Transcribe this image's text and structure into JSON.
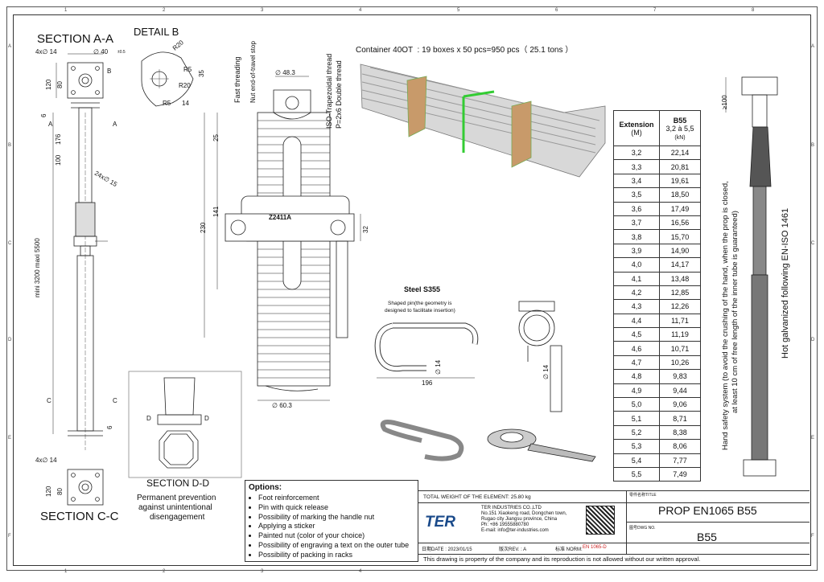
{
  "grid": {
    "columns": [
      "1",
      "2",
      "3",
      "4",
      "5",
      "6",
      "7",
      "8"
    ],
    "rows": [
      "A",
      "B",
      "C",
      "D",
      "E",
      "F"
    ]
  },
  "section_aa": {
    "title": "SECTION A-A",
    "dim_holes": "4x∅ 14",
    "dim_tube": "∅ 40",
    "dim_tube_tol": "±0.5",
    "dim_120": "120",
    "dim_80": "80",
    "marker_b": "B"
  },
  "detail_b": {
    "title": "DETAIL B",
    "r20a": "R20",
    "r5a": "R5",
    "r20b": "R20",
    "r5b": "R5",
    "dim_35": "35",
    "dim_14": "14"
  },
  "prop_left": {
    "dim_6": "6",
    "dim_176": "176",
    "dim_100": "100",
    "label_a": "A",
    "label_a2": "A",
    "dim_slot": "24x∅ 15",
    "height_range": "mini 3200 maxi 5500",
    "label_c": "C",
    "label_c2": "C",
    "dim_6b": "6"
  },
  "section_cc": {
    "title": "SECTION C-C",
    "dim_holes": "4x∅ 14",
    "dim_120": "120",
    "dim_80": "80"
  },
  "section_dd": {
    "title": "SECTION D-D",
    "caption": [
      "Permanent prevention",
      "against unintentional",
      "disengagement"
    ],
    "label_d": "D",
    "label_d2": "D"
  },
  "nut_detail": {
    "fast_threading": "Fast threading",
    "nut_stop": "Nut end-of-travel stop",
    "iso_thread": "ISO-Trapezoidal thread",
    "thread_spec": "P=2x6 Double thread",
    "dim_483": "∅ 48.3",
    "dim_25": "25",
    "dim_141": "141",
    "dim_230": "230",
    "dim_32": "32",
    "dim_603": "∅ 60.3",
    "nut_code": "Z2411A"
  },
  "container": {
    "text": "Container 40OT  : 19 boxes x 50 pcs=950 pcs（ 25.1 tons ）"
  },
  "pin": {
    "title": "Steel S355",
    "note": [
      "Shaped pin(the geometry is",
      "designed to facilitate insertion)"
    ],
    "dim_14": "∅ 14",
    "dim_196": "196",
    "dim_14b": "∅ 14"
  },
  "extension_table": {
    "header_col1": [
      "Extension",
      "(M)"
    ],
    "header_col2": [
      "B55",
      "3,2 à 5,5",
      "(kN)"
    ],
    "rows": [
      [
        "3,2",
        "22,14"
      ],
      [
        "3,3",
        "20,81"
      ],
      [
        "3,4",
        "19,61"
      ],
      [
        "3,5",
        "18,50"
      ],
      [
        "3,6",
        "17,49"
      ],
      [
        "3,7",
        "16,56"
      ],
      [
        "3,8",
        "15,70"
      ],
      [
        "3,9",
        "14,90"
      ],
      [
        "4,0",
        "14,17"
      ],
      [
        "4,1",
        "13,48"
      ],
      [
        "4,2",
        "12,85"
      ],
      [
        "4,3",
        "12,26"
      ],
      [
        "4,4",
        "11,71"
      ],
      [
        "4,5",
        "11,19"
      ],
      [
        "4,6",
        "10,71"
      ],
      [
        "4,7",
        "10,26"
      ],
      [
        "4,8",
        "9,83"
      ],
      [
        "4,9",
        "9,44"
      ],
      [
        "5,0",
        "9,06"
      ],
      [
        "5,1",
        "8,71"
      ],
      [
        "5,2",
        "8,38"
      ],
      [
        "5,3",
        "8,06"
      ],
      [
        "5,4",
        "7,77"
      ],
      [
        "5,5",
        "7,49"
      ]
    ]
  },
  "right_side": {
    "dim_100": "≥100",
    "safety_line1": "Hand safety system (to avoid the crushing of the hand, when the prop is closed,",
    "safety_line2": "at least 10 cm of free length of the inner tube is guaranteed)",
    "galvanized": "Hot galvanized following EN-ISO 1461"
  },
  "options": {
    "title": "Options:",
    "items": [
      "Foot reinforcement",
      "Pin with quick release",
      "Possibility of marking the handle nut",
      "Applying a sticker",
      "Painted nut (color of your choice)",
      "Possibility of engraving a text on the outer tube",
      "Possibility of packing in racks"
    ]
  },
  "title_block": {
    "weight": "TOTAL WEIGHT OF THE ELEMENT:  25.80 kg",
    "company": "TER INDUSTRIES CO.,LTD",
    "address1": "No.151 Xiaokeng road, Dongchen town,",
    "address2": "Rugao city Jiangsu province, China",
    "phone": "Ph: +86 19555880780",
    "email": "E-mail: info@ter-industries.com",
    "logo": "TER",
    "date": "日期DATE : 2023/01/15",
    "rev": "版次REV. : A",
    "norm_label": "标准 NORM:",
    "norm_value": "EN 1065-D",
    "name_label": "零件名称TITLE",
    "title": "PROP EN1065 B55",
    "dwg_label": "图号DWG NO.",
    "dwg_no": "B55",
    "copyright": "This drawing is property of the company and its reproduction is not allowed without our written approval."
  }
}
